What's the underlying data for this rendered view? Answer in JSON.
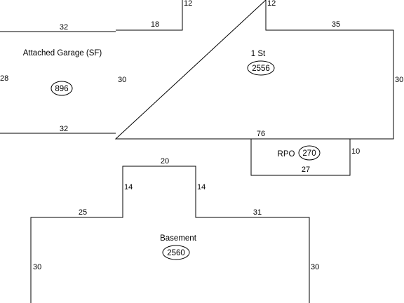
{
  "areas": {
    "garage": {
      "label": "Attached Garage (SF)",
      "area": "896"
    },
    "first_floor": {
      "label": "1 St",
      "area": "2556"
    },
    "rpo": {
      "label": "RPO",
      "area": "270"
    },
    "basement": {
      "label": "Basement",
      "area": "2560"
    }
  },
  "dimensions": {
    "notch_left": "12",
    "notch_right": "12",
    "garage_top": "32",
    "garage_bottom": "32",
    "garage_left": "28",
    "first_top_left": "18",
    "first_top_right": "35",
    "first_left": "30",
    "first_right": "30",
    "first_bottom": "76",
    "rpo_right": "10",
    "rpo_bottom": "27",
    "basement_top_bump": "20",
    "basement_bump_left": "14",
    "basement_bump_right": "14",
    "basement_top_left": "25",
    "basement_top_right": "31",
    "basement_left": "30",
    "basement_right": "30"
  }
}
